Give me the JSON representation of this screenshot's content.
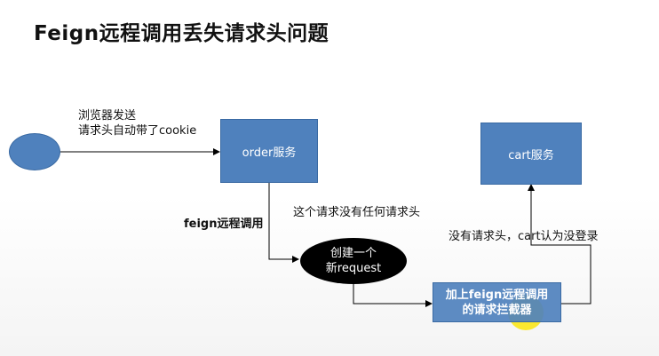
{
  "title": "Feign远程调用丢失请求头问题",
  "browser_label": {
    "line1": "浏览器发送",
    "line2": "请求头自动带了cookie"
  },
  "order_service": "order服务",
  "cart_service": "cart服务",
  "feign_label": "feign远程调用",
  "no_header_label": "这个请求没有任何请求头",
  "new_request": {
    "line1": "创建一个",
    "line2": "新request"
  },
  "interceptor": {
    "line1": "加上feign远程调用",
    "line2": "的请求拦截器"
  },
  "cart_no_header_label": "没有请求头，cart认为没登录",
  "colors": {
    "box_fill": "#4f81bd",
    "ellipse_fill": "#000000",
    "highlight": "#fae614"
  }
}
